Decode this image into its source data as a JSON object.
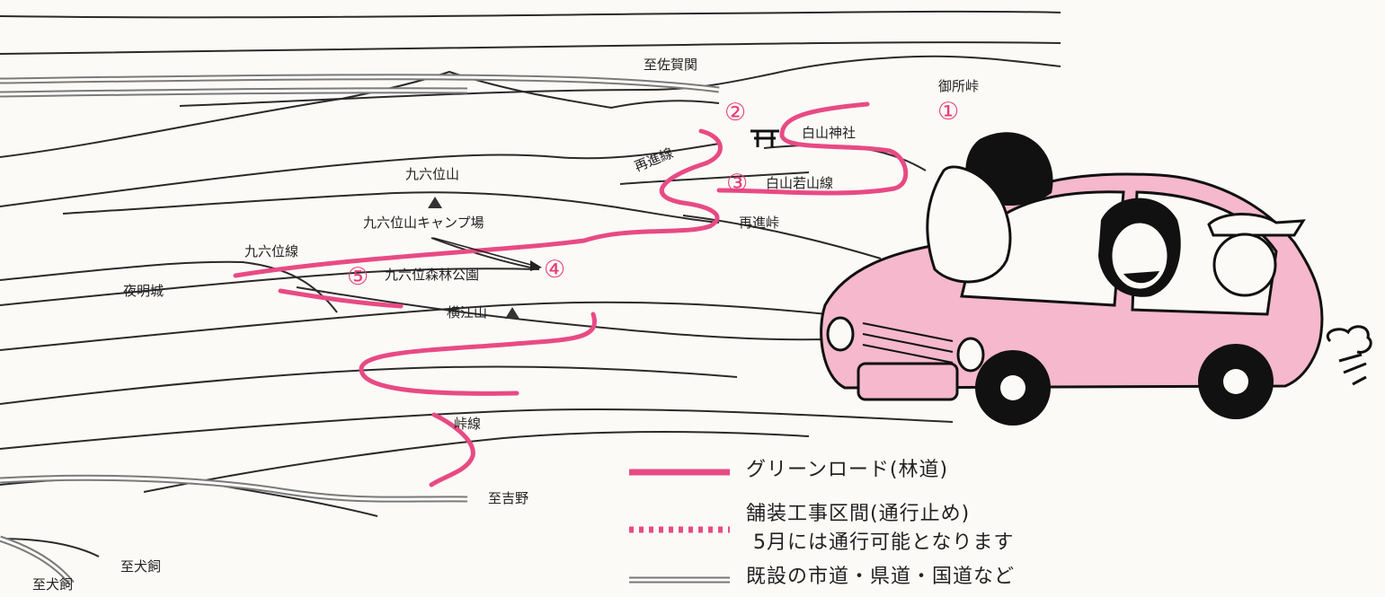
{
  "places": {
    "sagaseki": "至佐賀関",
    "goshotouge": "御所峠",
    "hakusan_jinja": "白山神社",
    "saishinsen": "再進線",
    "hakusan_wakayama_sen": "白山若山線",
    "saishintouge": "再進峠",
    "kuroku_isan": "九六位山",
    "kuroku_camp": "九六位山キャンプ場",
    "kuroku_sen": "九六位線",
    "kuroku_shinrin": "九六位森林公園",
    "yoakejou": "夜明城",
    "yokoesan": "横江山",
    "touge_sen": "峠線",
    "yoshino": "至吉野",
    "inukai_1": "至犬飼",
    "inukai_2": "至犬飼"
  },
  "markers": {
    "m1": "①",
    "m2": "②",
    "m3": "③",
    "m4": "④",
    "m5": "⑤"
  },
  "legend": {
    "green_road": "グリーンロード(林道)",
    "paving_line1": "舗装工事区間(通行止め)",
    "paving_line2": "5月には通行可能となります",
    "existing": "既設の市道・県道・国道など"
  },
  "colors": {
    "green_road": "#e84a84",
    "existing_road": "#777777",
    "car_body": "#f5b8cc"
  }
}
